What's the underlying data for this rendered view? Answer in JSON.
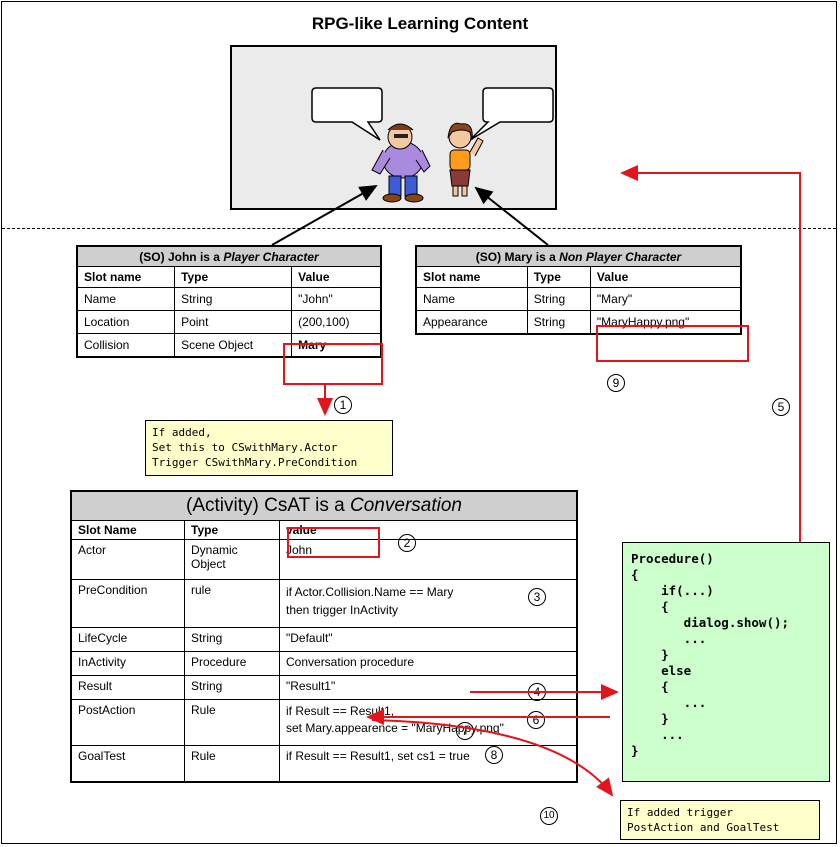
{
  "title": "RPG-like Learning Content",
  "john_table": {
    "caption_prefix": "(SO) John is a ",
    "caption_em": "Player Character",
    "headers": [
      "Slot name",
      "Type",
      "Value"
    ],
    "rows": [
      [
        "Name",
        "String",
        "\"John\""
      ],
      [
        "Location",
        "Point",
        "(200,100)"
      ],
      [
        "Collision",
        "Scene Object",
        "Mary"
      ]
    ]
  },
  "mary_table": {
    "caption_prefix": "(SO) Mary is a ",
    "caption_em": "Non Player Character",
    "headers": [
      "Slot name",
      "Type",
      "Value"
    ],
    "rows": [
      [
        "Name",
        "String",
        "\"Mary\""
      ],
      [
        "Appearance",
        "String",
        "\"MaryHappy.png\""
      ]
    ]
  },
  "note_collision": [
    "If added,",
    "Set this to CSwithMary.Actor",
    "Trigger CSwithMary.PreCondition"
  ],
  "activity_table": {
    "caption_prefix": "(Activity) CsAT is a ",
    "caption_em": "Conversation",
    "headers": [
      "Slot Name",
      "Type",
      "value"
    ],
    "rows": [
      {
        "name": "Actor",
        "type": [
          "Dynamic",
          "Object"
        ],
        "value": [
          "John"
        ]
      },
      {
        "name": "PreCondition",
        "type": [
          "rule"
        ],
        "value": [
          "if Actor.Collision.Name == Mary",
          "then trigger InActivity"
        ]
      },
      {
        "name": "LifeCycle",
        "type": [
          "String"
        ],
        "value": [
          "\"Default\""
        ]
      },
      {
        "name": "InActivity",
        "type": [
          "Procedure"
        ],
        "value": [
          "Conversation procedure"
        ]
      },
      {
        "name": "Result",
        "type": [
          "String"
        ],
        "value": [
          "\"Result1\""
        ]
      },
      {
        "name": "PostAction",
        "type": [
          "Rule"
        ],
        "value": [
          "if Result == Result1,",
          "set Mary.appearence = \"MaryHappy.png\""
        ]
      },
      {
        "name": "GoalTest",
        "type": [
          "Rule"
        ],
        "value": [
          "if Result == Result1,  set cs1 = true"
        ]
      }
    ]
  },
  "procedure_code": "Procedure()\n{\n    if(...)\n    {\n       dialog.show();\n       ...\n    }\n    else\n    {\n       ...\n    }\n    ...\n}",
  "note_result": [
    "If added trigger",
    "PostAction and GoalTest"
  ],
  "markers": {
    "m1": "1",
    "m2": "2",
    "m3": "3",
    "m4": "4",
    "m5": "5",
    "m6": "6",
    "m7": "7",
    "m8": "8",
    "m9": "9",
    "m10": "10"
  },
  "colors": {
    "arrow": "#e3151a",
    "scene_bg": "#ebebeb",
    "note_bg": "#ffffcc",
    "code_bg": "#ccffcc",
    "caption_bg": "#cfcfcf"
  },
  "icons": [
    "speech-bubble-icon",
    "player-character-icon",
    "npc-character-icon"
  ]
}
